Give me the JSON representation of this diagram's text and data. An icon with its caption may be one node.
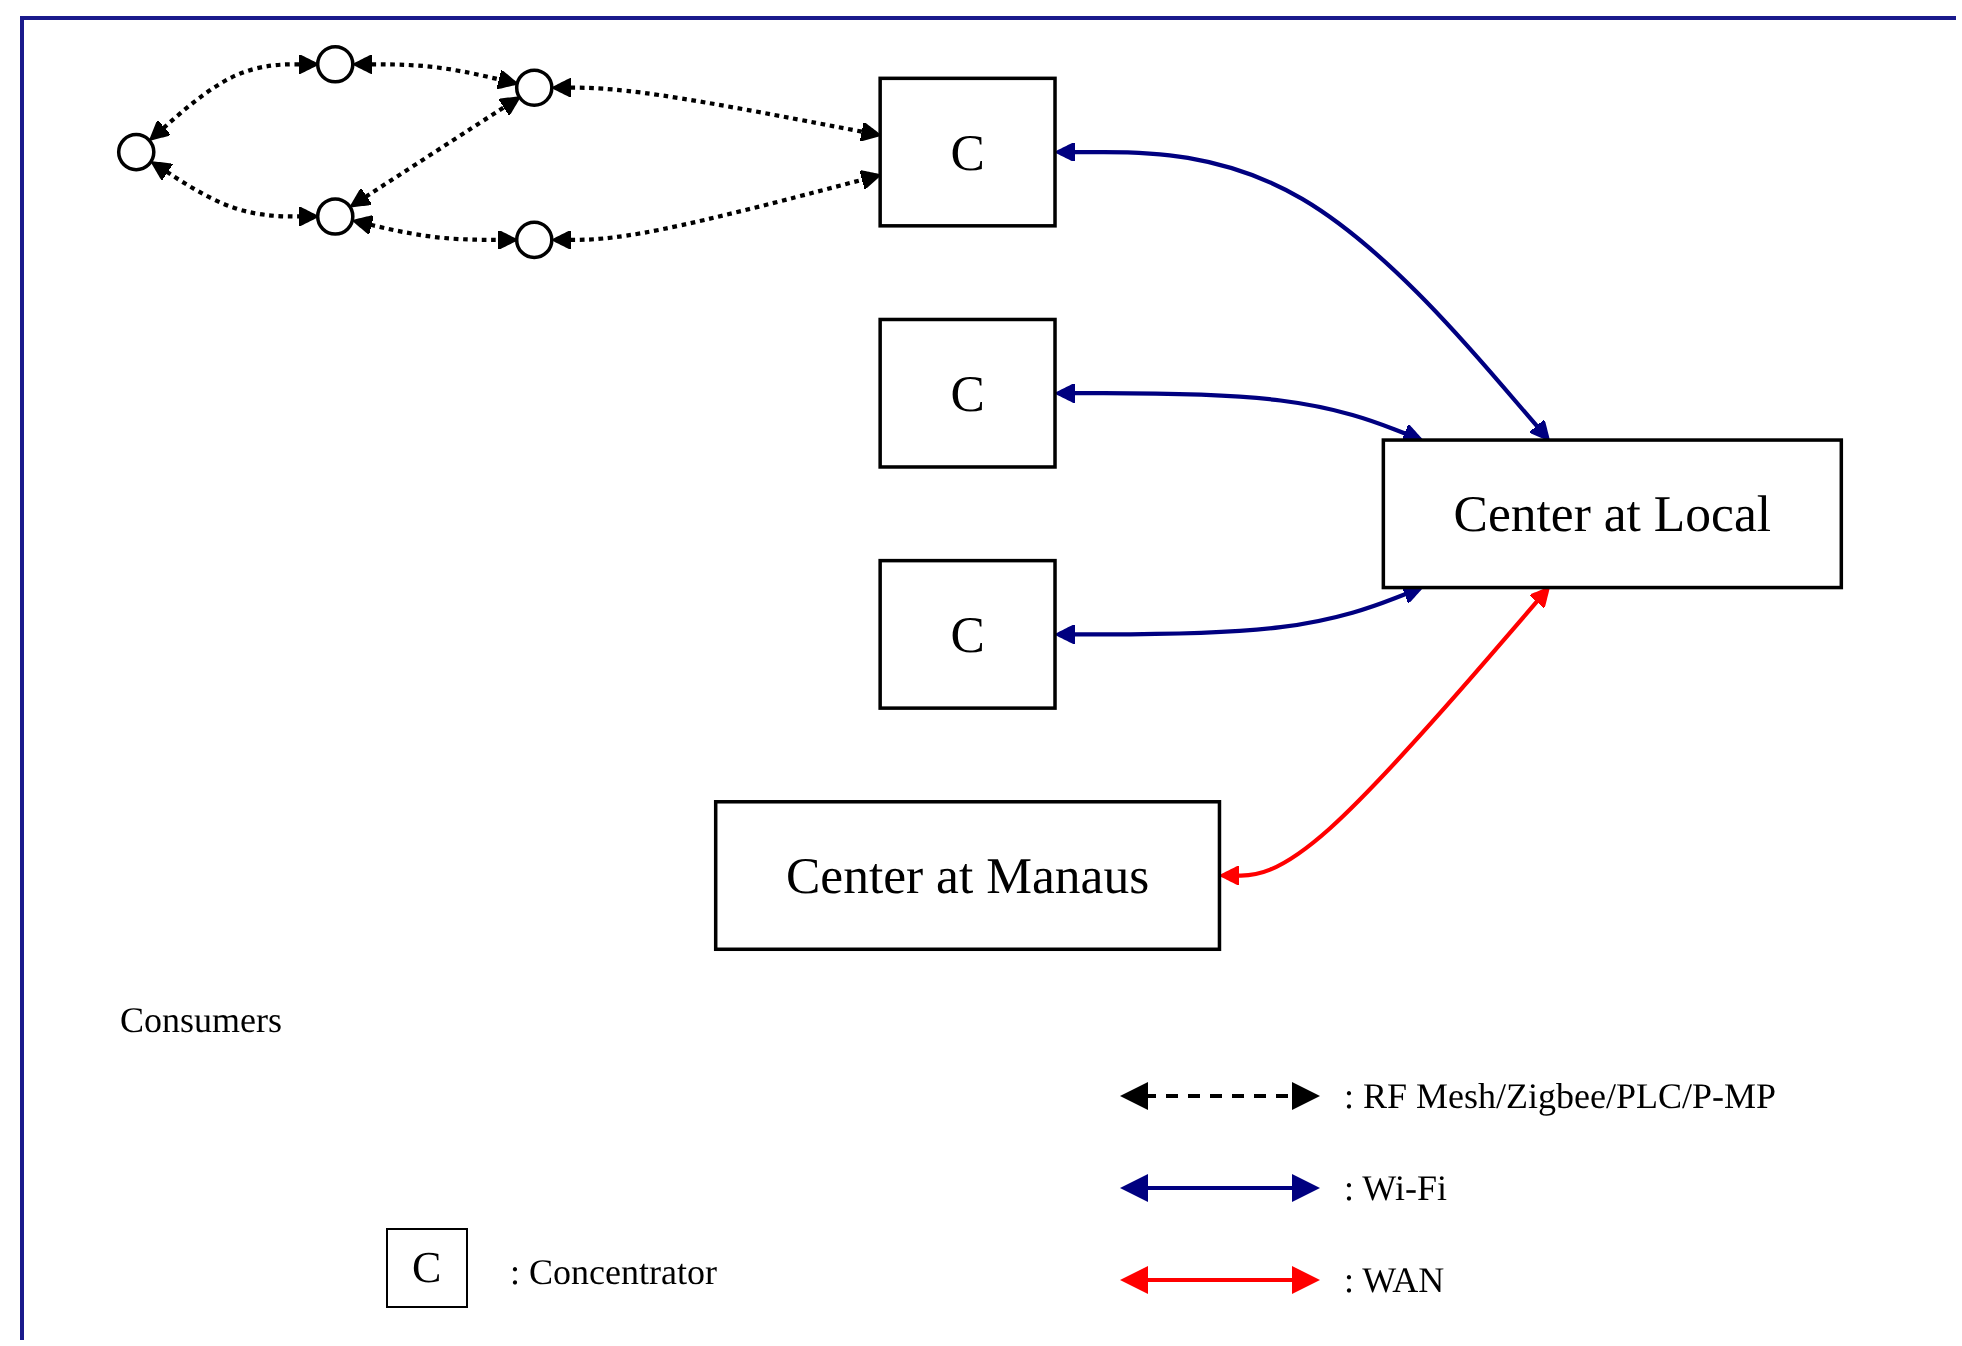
{
  "diagram": {
    "nodes": [
      {
        "text": [],
        "shape": "circle"
      },
      {
        "text": [],
        "shape": "circle"
      },
      {
        "text": [],
        "shape": "circle"
      },
      {
        "text": [],
        "shape": "circle"
      },
      {
        "text": [],
        "shape": "circle"
      },
      {
        "text": [
          "C"
        ]
      },
      {
        "text": [
          "C"
        ]
      },
      {
        "text": [
          "C"
        ]
      },
      {
        "text": [
          "Center at Manaus"
        ]
      },
      {
        "text": [
          "Center at Local"
        ]
      }
    ],
    "edges": [
      {
        "from": 0,
        "to": 1,
        "arrow": "both",
        "style": "dashed"
      },
      {
        "from": 1,
        "to": 2,
        "arrow": "both",
        "style": "dashed"
      },
      {
        "from": 0,
        "to": 3,
        "arrow": "both",
        "style": "dashed"
      },
      {
        "from": 3,
        "to": 2,
        "arrow": "both",
        "style": "dashed"
      },
      {
        "from": 2,
        "to": 5,
        "arrow": "both",
        "style": "dashed"
      },
      {
        "from": 3,
        "to": 4,
        "arrow": "both",
        "style": "dashed"
      },
      {
        "from": 4,
        "to": 5,
        "arrow": "both",
        "style": "dashed"
      },
      {
        "from": 5,
        "to": 9,
        "arrow": "both",
        "color": "#000080"
      },
      {
        "from": 6,
        "to": 9,
        "arrow": "both",
        "color": "#000080"
      },
      {
        "from": 7,
        "to": 9,
        "arrow": "both",
        "color": "#000080"
      },
      {
        "from": 8,
        "to": 9,
        "arrow": "both",
        "color": "#ff0000"
      }
    ],
    "labels": [
      "Consumers",
      "C"
    ],
    "legend": [
      {
        "text": ": RF Mesh/Zigbee/PLC/P-MP"
      },
      {
        "text": ": Wi-Fi"
      },
      {
        "text": ": WAN"
      },
      {
        "text": ": Concentrator"
      }
    ]
  }
}
